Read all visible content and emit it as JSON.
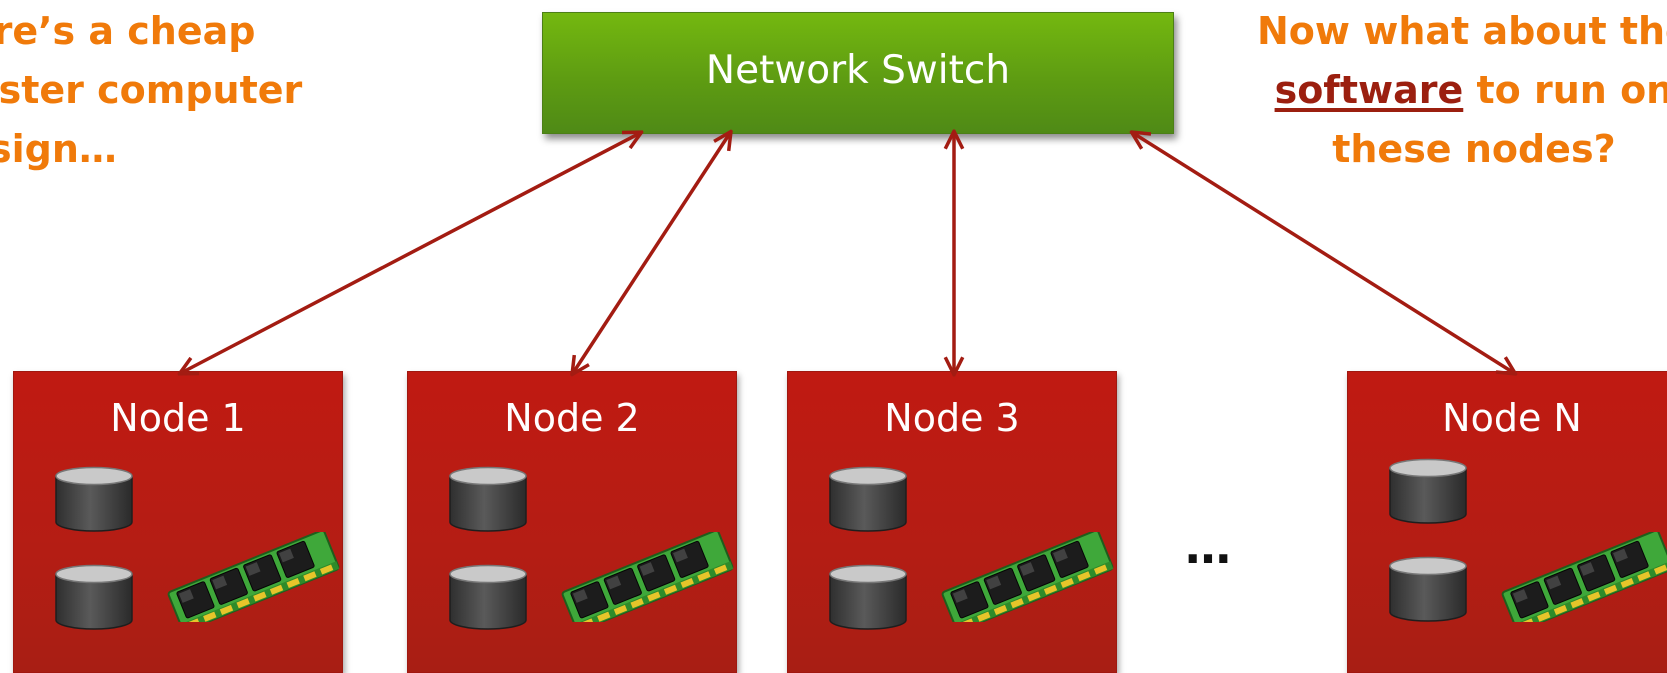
{
  "callout_left": {
    "lines": [
      "Here’s a cheap",
      "cluster computer",
      "design…"
    ]
  },
  "callout_right": {
    "line1": "Now what about the",
    "line2_keyword": "software",
    "line2_rest": " to run on",
    "line3": "these nodes?"
  },
  "switch": {
    "label": "Network Switch"
  },
  "nodes": [
    {
      "label": "Node 1"
    },
    {
      "label": "Node 2"
    },
    {
      "label": "Node 3"
    },
    {
      "label": "Node N"
    }
  ],
  "ellipsis": "…",
  "colors": {
    "switch_green": "#5e9c12",
    "node_red": "#b41d14",
    "arrow": "#a31c12",
    "callout_orange": "#f07a0a",
    "keyword_darkred": "#9b1f0f"
  },
  "icons": {
    "disk": "hard-disk-icon",
    "memory": "ram-module-icon"
  }
}
